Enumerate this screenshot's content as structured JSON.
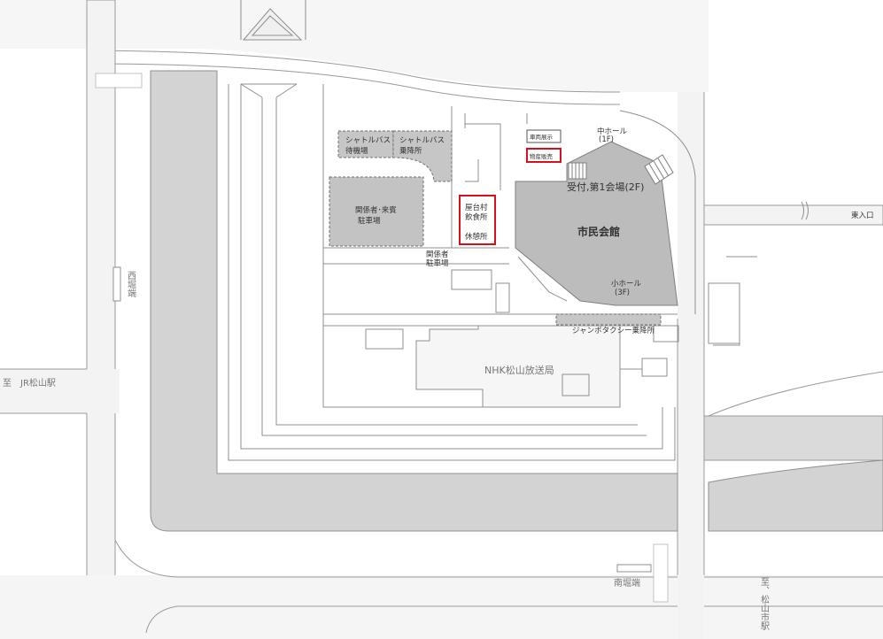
{
  "map": {
    "colors": {
      "road": "#e9e9e9",
      "road_edge": "#9a9a9a",
      "moat": "#cfcfcf",
      "building": "#b9b9b9",
      "lot": "#c3c3c3",
      "highlight": "#d7111b"
    },
    "labels": {
      "east_entrance": "東入口",
      "to_jr_station": "至　JR松山駅",
      "nishi_horibata": "西堀端",
      "minami_horibata": "南堀端",
      "to_matsuyama_station": "至、松山市駅",
      "nhk": "NHK松山放送局",
      "civic_hall": "市民会館",
      "reception": "受付,第1会場(2F)",
      "mid_hall": "中ホール",
      "mid_hall_floor": "(1F)",
      "small_hall": "小ホール",
      "small_hall_floor": "(3F)",
      "vehicle_display": "車両展示",
      "product_sales": "物産販売",
      "shuttle_wait_1": "シャトルバス",
      "shuttle_wait_2": "待機場",
      "shuttle_stop_1": "シャトルバス",
      "shuttle_stop_2": "乗降所",
      "staff_guest_parking_1": "関係者･来賓",
      "staff_guest_parking_2": "駐車場",
      "staff_parking_1": "関係者",
      "staff_parking_2": "駐車場",
      "food_1": "屋台村",
      "food_2": "飲食所",
      "rest": "休憩所",
      "taxi": "ジャンボタクシー乗降所"
    }
  }
}
